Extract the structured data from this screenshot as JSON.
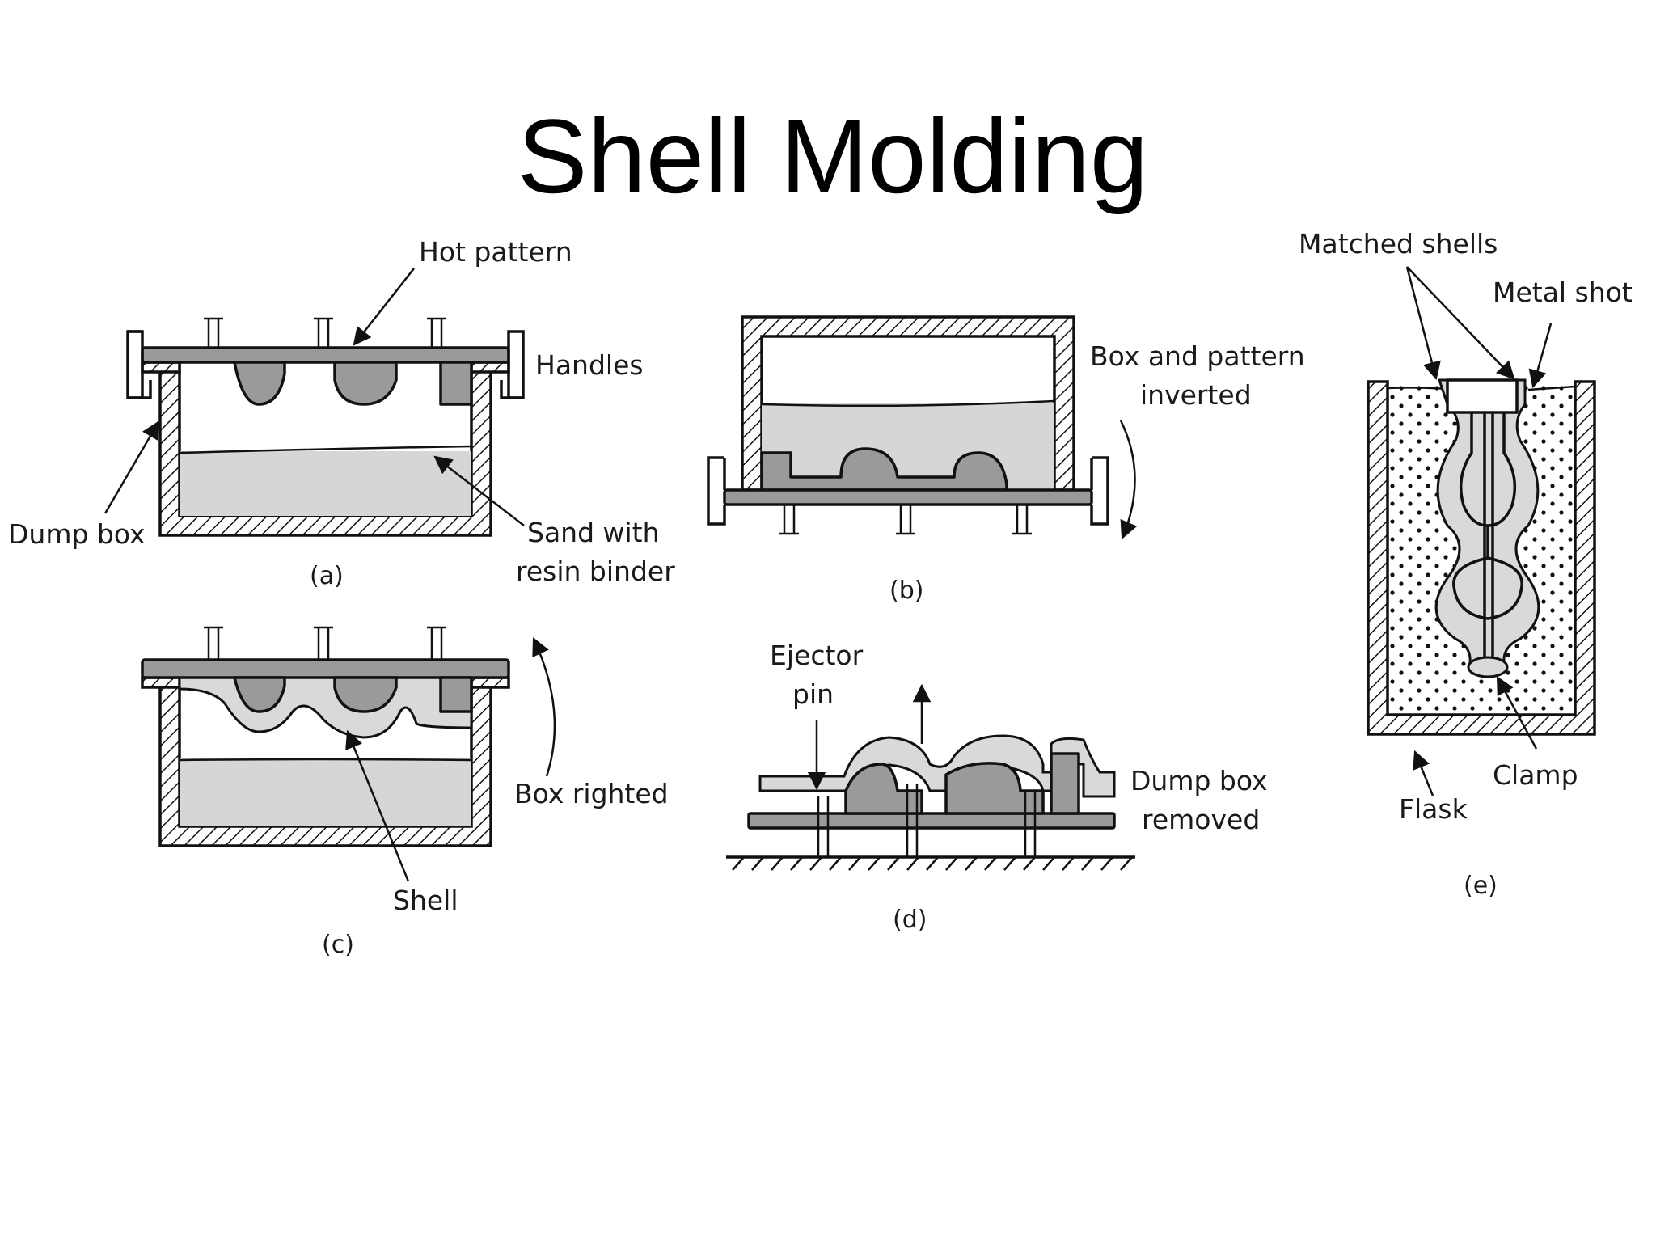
{
  "title": "Shell Molding",
  "panels": {
    "a": {
      "caption": "(a)",
      "labels": {
        "hot_pattern": "Hot pattern",
        "handles": "Handles",
        "dump_box": "Dump box",
        "sand_line1": "Sand with",
        "sand_line2": "resin binder"
      }
    },
    "b": {
      "caption": "(b)",
      "labels": {
        "inverted_line1": "Box and pattern",
        "inverted_line2": "inverted"
      }
    },
    "c": {
      "caption": "(c)",
      "labels": {
        "box_righted": "Box righted",
        "shell": "Shell"
      }
    },
    "d": {
      "caption": "(d)",
      "labels": {
        "ejector_line1": "Ejector",
        "ejector_line2": "pin",
        "removed_line1": "Dump box",
        "removed_line2": "removed"
      }
    },
    "e": {
      "caption": "(e)",
      "labels": {
        "matched_shells": "Matched shells",
        "metal_shot": "Metal shot",
        "clamp": "Clamp",
        "flask": "Flask"
      }
    }
  }
}
